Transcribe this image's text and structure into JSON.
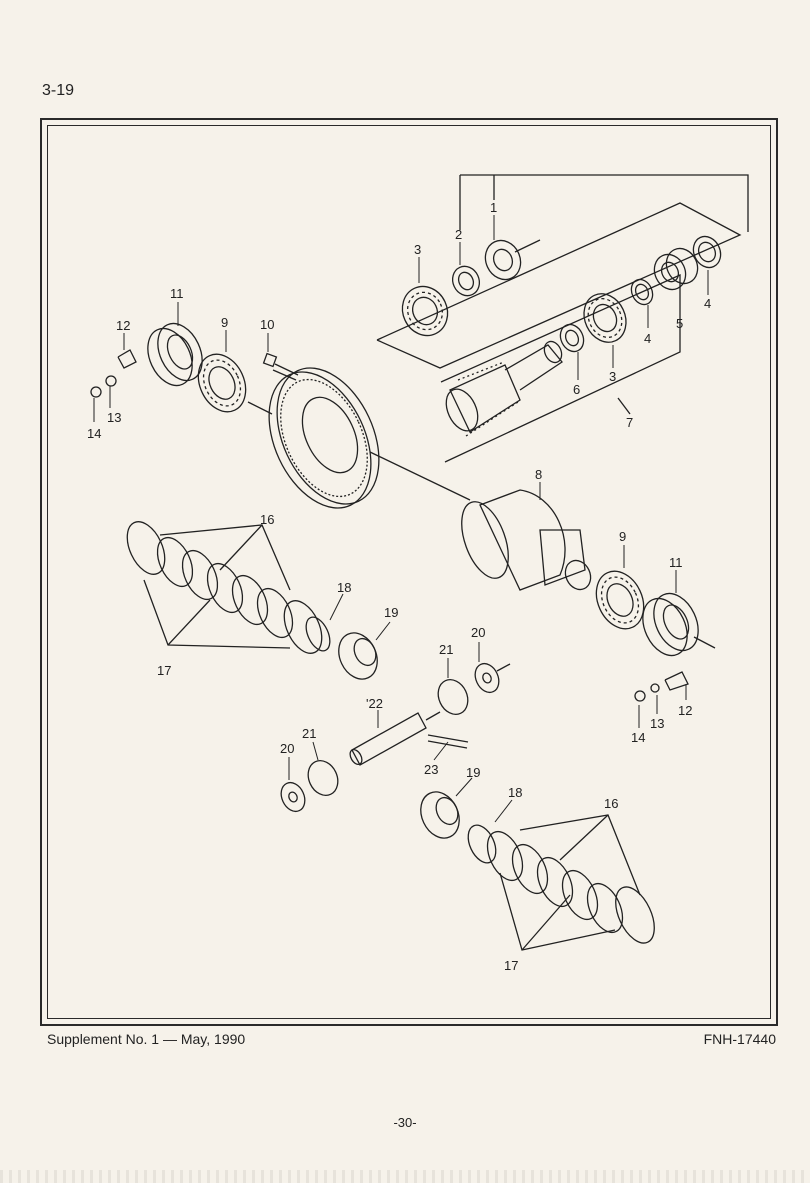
{
  "page_label": "3-19",
  "footer": {
    "supplement": "Supplement  No. 1 — May,  1990",
    "figure_code": "FNH-17440"
  },
  "page_number": "-30-",
  "callouts": [
    "1",
    "2",
    "3",
    "4",
    "4",
    "5",
    "3",
    "6",
    "7",
    "8",
    "9",
    "10",
    "9",
    "11",
    "11",
    "12",
    "12",
    "13",
    "13",
    "14",
    "14",
    "16",
    "16",
    "17",
    "17",
    "18",
    "18",
    "19",
    "19",
    "20",
    "20",
    "21",
    "21",
    "'22",
    "23"
  ]
}
